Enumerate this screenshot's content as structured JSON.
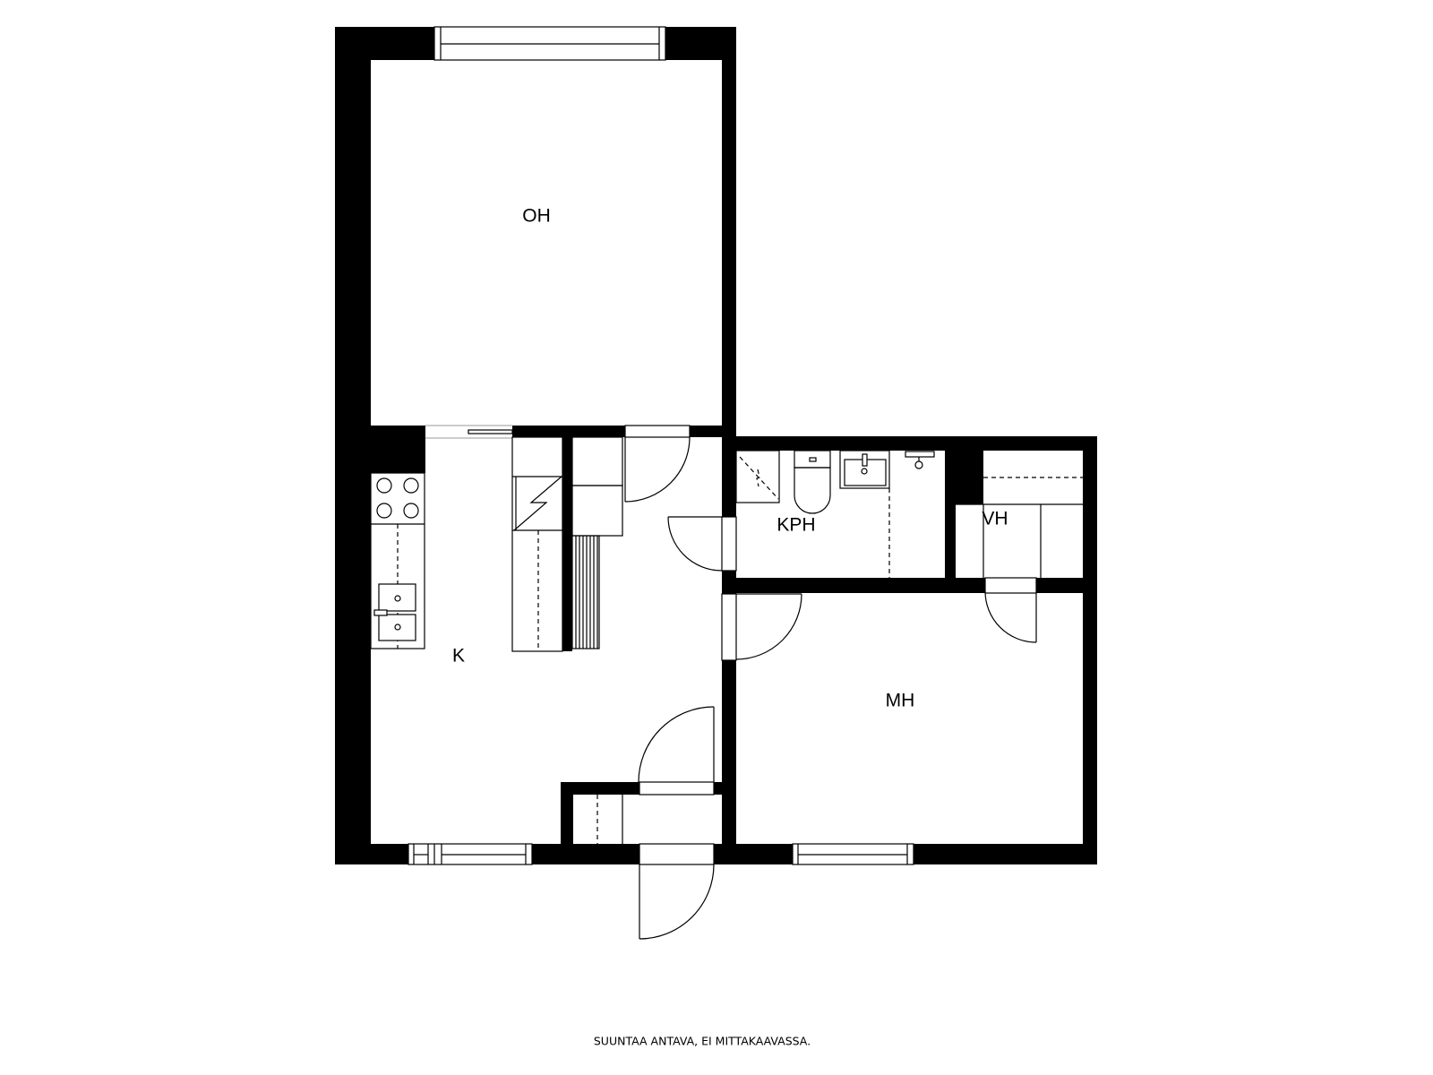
{
  "plan": {
    "rooms": {
      "living_room": "OH",
      "kitchen": "K",
      "bathroom": "KPH",
      "closet": "VH",
      "bedroom": "MH"
    },
    "footer_note": "SUUNTAA ANTAVA, EI MITTAKAAVASSA.",
    "colors": {
      "walls": "#000000",
      "background": "#ffffff"
    }
  }
}
